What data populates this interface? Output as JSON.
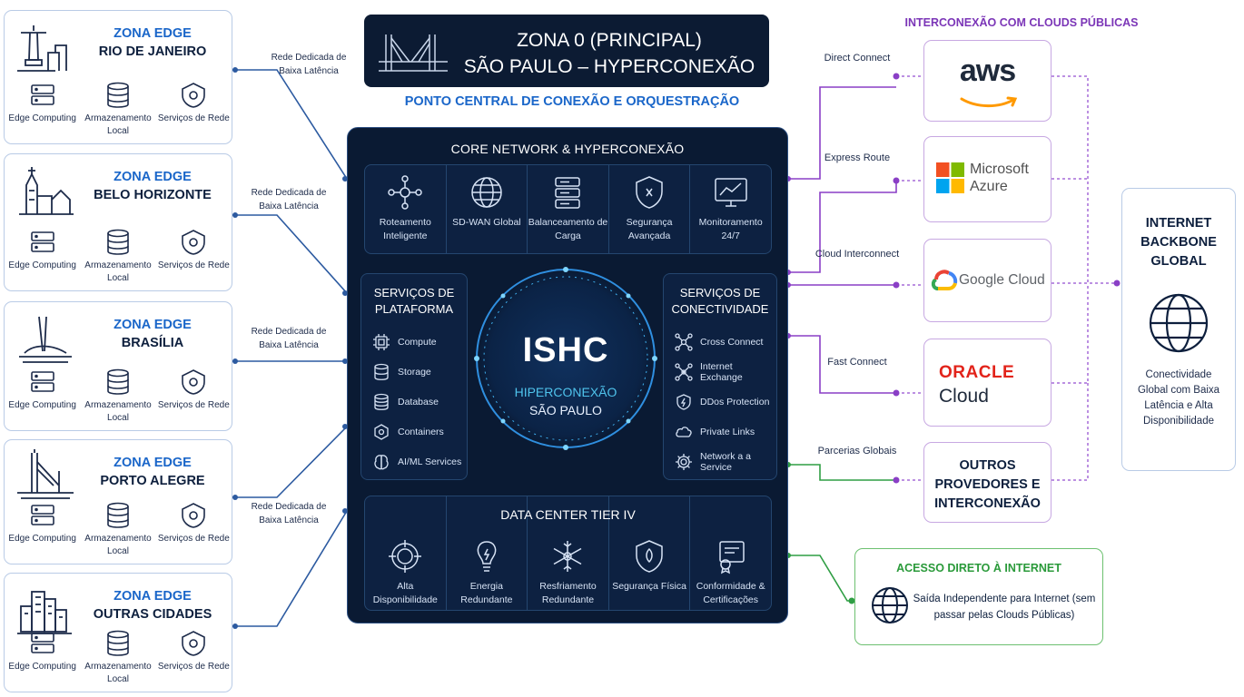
{
  "edge_zones": [
    {
      "kind": "ZONA EDGE",
      "city": "RIO DE JANEIRO",
      "landmark_icon": "christ-redeemer-icon"
    },
    {
      "kind": "ZONA EDGE",
      "city": "BELO HORIZONTE",
      "landmark_icon": "church-icon"
    },
    {
      "kind": "ZONA EDGE",
      "city": "BRASÍLIA",
      "landmark_icon": "cathedral-icon"
    },
    {
      "kind": "ZONA EDGE",
      "city": "PORTO ALEGRE",
      "landmark_icon": "bridge-tower-icon"
    },
    {
      "kind": "ZONA EDGE",
      "city": "OUTRAS CIDADES",
      "landmark_icon": "buildings-icon"
    }
  ],
  "edge_features": [
    "Edge Computing",
    "Armazenamento Local",
    "Serviços de Rede"
  ],
  "link_labels": [
    "Rede Dedicada de Baixa Latência",
    "Rede Dedicada de Baixa Latência",
    "Rede Dedicada de Baixa Latência",
    "Rede Dedicada de Baixa Latência"
  ],
  "header": {
    "line1": "ZONA 0 (PRINCIPAL)",
    "line2": "SÃO PAULO – HYPERCONEXÃO",
    "subtitle": "PONTO CENTRAL DE CONEXÃO E ORQUESTRAÇÃO"
  },
  "core": {
    "title": "CORE NETWORK & HYPERCONEXÃO",
    "top_items": [
      {
        "label": "Roteamento Inteligente",
        "icon": "network-nodes-icon"
      },
      {
        "label": "SD-WAN Global",
        "icon": "globe-icon"
      },
      {
        "label": "Balanceamento de Carga",
        "icon": "server-stack-icon"
      },
      {
        "label": "Segurança Avançada",
        "icon": "shield-icon"
      },
      {
        "label": "Monitoramento 24/7",
        "icon": "monitor-chart-icon"
      }
    ],
    "platform": {
      "title": "SERVIÇOS DE PLATAFORMA",
      "items": [
        {
          "label": "Compute",
          "icon": "cpu-icon"
        },
        {
          "label": "Storage",
          "icon": "database-icon"
        },
        {
          "label": "Database",
          "icon": "database-icon"
        },
        {
          "label": "Containers",
          "icon": "hexagon-icon"
        },
        {
          "label": "AI/ML Services",
          "icon": "brain-icon"
        }
      ]
    },
    "connectivity": {
      "title": "SERVIÇOS DE CONECTIVIDADE",
      "items": [
        {
          "label": "Cross Connect",
          "icon": "cross-nodes-icon"
        },
        {
          "label": "Internet Exchange",
          "icon": "exchange-nodes-icon"
        },
        {
          "label": "DDos Protection",
          "icon": "shield-bolt-icon"
        },
        {
          "label": "Private Links",
          "icon": "cloud-icon"
        },
        {
          "label": "Network a a Service",
          "icon": "gear-icon"
        }
      ]
    },
    "hub": {
      "name": "ISHC",
      "line1": "HIPERCONEXÃO",
      "line2": "SÃO PAULO"
    },
    "data_center": {
      "title": "DATA CENTER TIER IV",
      "items": [
        {
          "label": "Alta Disponibilidade",
          "icon": "target-icon"
        },
        {
          "label": "Energia Redundante",
          "icon": "lightbulb-icon"
        },
        {
          "label": "Resfriamento Redundante",
          "icon": "snowflake-icon"
        },
        {
          "label": "Segurança Física",
          "icon": "shield-icon"
        },
        {
          "label": "Conformidade & Certificações",
          "icon": "certificate-icon"
        }
      ]
    }
  },
  "clouds": {
    "title": "INTERCONEXÃO COM CLOUDS PÚBLICAS",
    "providers": [
      {
        "connection": "Direct Connect",
        "name": "aws"
      },
      {
        "connection": "Express Route",
        "name": "Microsoft Azure",
        "name_line1": "Microsoft",
        "name_line2": "Azure"
      },
      {
        "connection": "Cloud Interconnect",
        "name": "Google Cloud"
      },
      {
        "connection": "Fast Connect",
        "name": "ORACLE Cloud",
        "name_line1": "ORACLE",
        "name_line2": "Cloud"
      },
      {
        "connection": "Parcerias Globais",
        "name": "OUTROS PROVEDORES E INTERCONEXÃO"
      }
    ]
  },
  "backbone": {
    "title": "INTERNET BACKBONE GLOBAL",
    "description": "Conectividade Global com Baixa Latência e Alta Disponibilidade"
  },
  "direct_access": {
    "title": "ACESSO DIRETO À INTERNET",
    "description": "Saída Independente para Internet (sem passar pelas Clouds Públicas)"
  },
  "colors": {
    "edge_blue": "#1a66c9",
    "core_bg": "#0a1a33",
    "cloud_purple": "#7b35b7",
    "internet_green": "#2a9a3a",
    "hub_cyan": "#4fc3ec"
  }
}
